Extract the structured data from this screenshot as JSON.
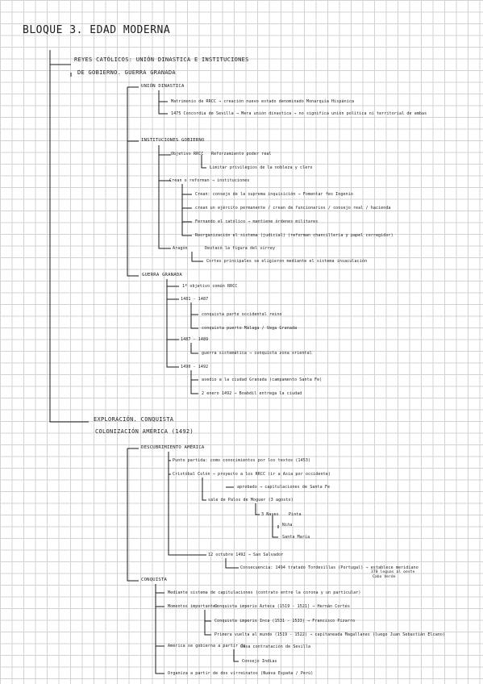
{
  "title": "BLOQUE 3. EDAD MODERNA",
  "section1": {
    "heading_line1": "REYES CATÓLICOS: UNIÓN DINASTICA E INSTITUCIONES",
    "heading_line2": "DE GOBIERNO. GUERRA GRANADA",
    "union": {
      "label": "UNIÓN DINASTICA",
      "items": [
        "Matrimonio de RRCC → creación nuevo estado denominado Monarquía Hispánica",
        "1475 Concordia de Sevilla → Mera unión dinastica → no significa unión política ni territorial de ambas"
      ]
    },
    "instituciones": {
      "label": "INSTITUCIONES GOBIERNO",
      "objetivo": "Objetivo RRCC",
      "objetivo_a": "Reforzamiento poder real",
      "objetivo_b": "Limitar privilegios de la nobleza y clero",
      "crean": "Crean o reforman → instituciones",
      "crean_items": [
        "Crean: consejo de la suprema inquisición → Fomentar fes Ingenio",
        "crean un ejército permanente / crean de funcionarios / consejo real / hacienda",
        "Fernando el católico → mantiene órdenes militares",
        "Reorganización el sistema (judicial) (reforman chancilleria y papel corregidor)"
      ],
      "aragon": "Aragón",
      "aragon_a": "Destacó la figura del virrey",
      "aragon_b": "Cortes principales se eligieron mediante el sistema insaculación"
    },
    "guerra": {
      "label": "GUERRA GRANADA",
      "objetivo": "1º objetivo común RRCC",
      "p1": "1481 - 1487",
      "p1_a": "conquista parte occidental reino",
      "p1_b": "conquista puerto Málaga / Vega Granada",
      "p2": "1487 - 1489",
      "p2_a": "guerra sistemática → conquista zona oriental",
      "p3": "1490 - 1492",
      "p3_a": "asedio a la ciudad Granada (campamento Santa Fe)",
      "p3_b": "2 enero 1492 → Boabdil entrega la ciudad"
    }
  },
  "section2": {
    "heading_line1": "EXPLORACIÓN. CONQUISTA",
    "heading_line2": "COLONIZACIÓN AMÉRICA (1492)",
    "descubrimiento": {
      "label": "DESCUBRIMIENTO AMÉRICA",
      "punto": "Punto partida: como conocimientos por los textos (1453)",
      "colon": "Cristóbal Colón → proyecto a los RRCC (ir a Asia por occidente)",
      "aprobado": "aprobado → capitulaciones de Santa Fe",
      "sale": "sale de Palos de Moguer (3 agosto)",
      "naves": "3 Naves",
      "nave1": "Pinta",
      "nave2": "Niña",
      "nave3": "Santa María",
      "llega": "12 octubre 1492 → San Salvador",
      "consecuencia": "Consecuencia: 1494 tratado Tordesillas (Portugal) → establece meridiano",
      "consecuencia_note1": "370 leguas al oeste",
      "consecuencia_note2": "Cabo Verde"
    },
    "conquista": {
      "label": "CONQUISTA",
      "mediante": "Mediante sistema de capitulaciones (contrato entre la corona y un particular)",
      "momentos": "Momentos importantes",
      "m1": "Conquista imperio Azteca (1519 - 1521) → Hernán Cortés",
      "m2": "Conquista imperio Inca (1531 - 1533) → Francisco Pizarro",
      "m3": "Primera vuelta al mundo (1519 - 1522) → capitaneada Magallanes (luego Juan Sebastián Elcano)",
      "gobierno": "América se gobierna a partir de",
      "g1": "Casa contratación de Sevilla",
      "g2": "Consejo Indias",
      "organiza": "Organiza a partir de dos virreinatos (Nueva España / Perú)"
    }
  }
}
